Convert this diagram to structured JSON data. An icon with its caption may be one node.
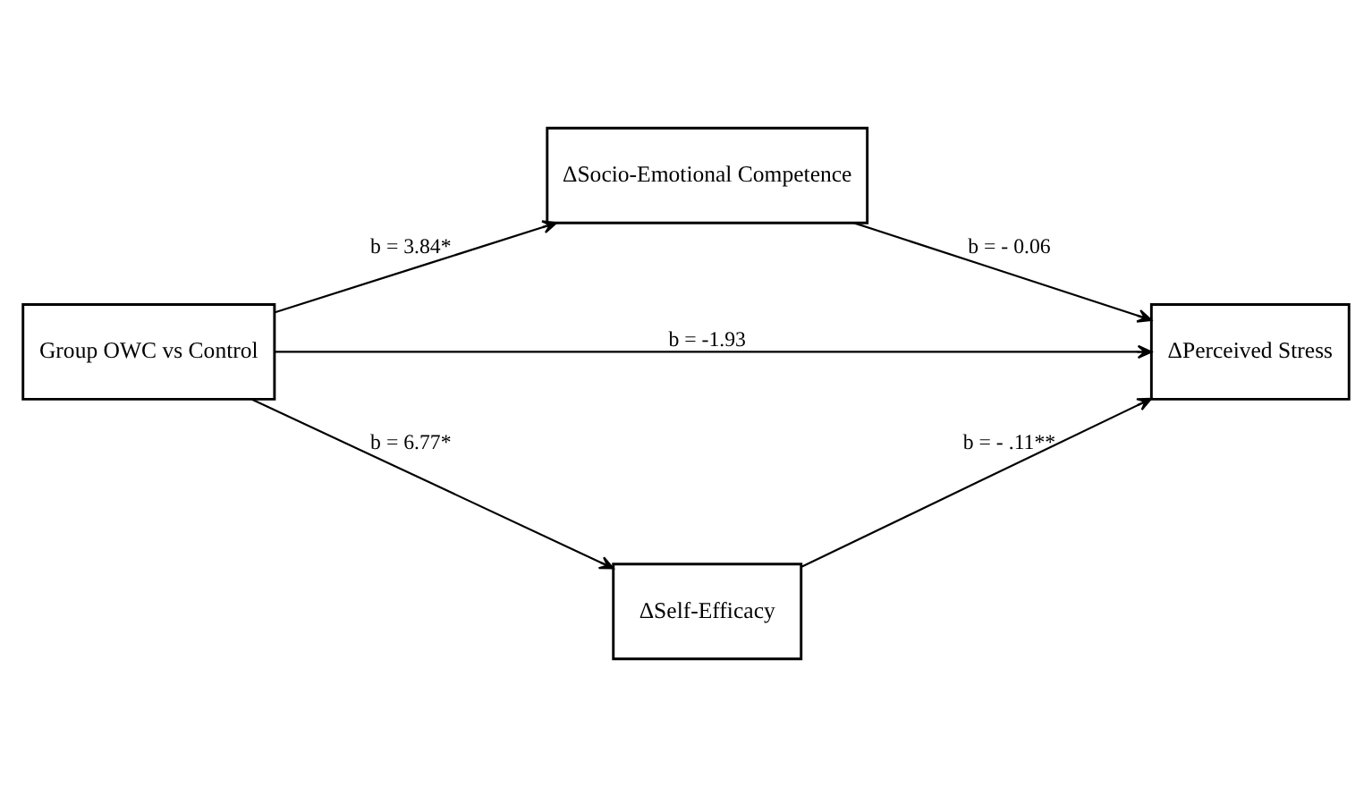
{
  "diagram": {
    "nodes": [
      {
        "text": [
          "Group OWC vs Control"
        ]
      },
      {
        "text": [
          "ΔSocio-Emotional Competence"
        ]
      },
      {
        "text": [
          "ΔPerceived Stress"
        ]
      },
      {
        "text": [
          "ΔSelf-Efficacy"
        ]
      }
    ],
    "edges": [
      {
        "from": 0,
        "to": 1,
        "arrow": "to",
        "label": "b = 3.84*"
      },
      {
        "from": 1,
        "to": 2,
        "arrow": "to",
        "label": "b = - 0.06"
      },
      {
        "from": 0,
        "to": 2,
        "arrow": "to",
        "label": "b = -1.93"
      },
      {
        "from": 0,
        "to": 3,
        "arrow": "to",
        "label": "b = 6.77*"
      },
      {
        "from": 3,
        "to": 2,
        "arrow": "to",
        "label": "b = - .11**"
      }
    ]
  }
}
